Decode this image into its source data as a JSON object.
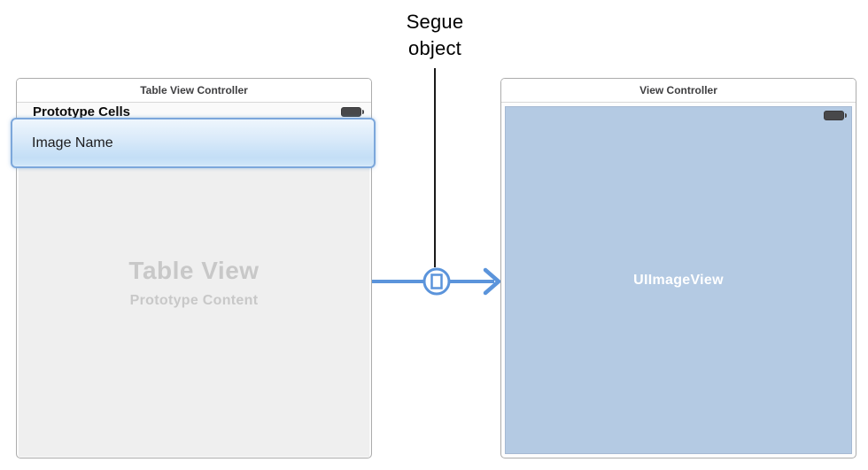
{
  "annotation": {
    "line1": "Segue",
    "line2": "object"
  },
  "scenes": {
    "table_view_controller": {
      "title": "Table View Controller",
      "prototype_cells_label": "Prototype Cells",
      "selected_cell_label": "Image Name",
      "placeholder_title": "Table View",
      "placeholder_subtitle": "Prototype Content"
    },
    "view_controller": {
      "title": "View Controller",
      "image_view_label": "UIImageView"
    }
  },
  "icons": {
    "left_status_bar": "battery-icon",
    "right_status_bar": "battery-icon",
    "segue": "segue-object-icon"
  },
  "colors": {
    "segue_blue": "#5b94db",
    "annotation_line": "#1a1a1a",
    "cell_selection_border": "#7ca7db",
    "cell_selection_fill_top": "#eef6fd",
    "cell_selection_fill_bottom": "#c3def6",
    "table_background": "#efefef",
    "placeholder_text": "#c8c8c8",
    "image_view_background": "#b4cae3",
    "image_view_text": "#ffffff",
    "scene_border": "#acacac"
  }
}
